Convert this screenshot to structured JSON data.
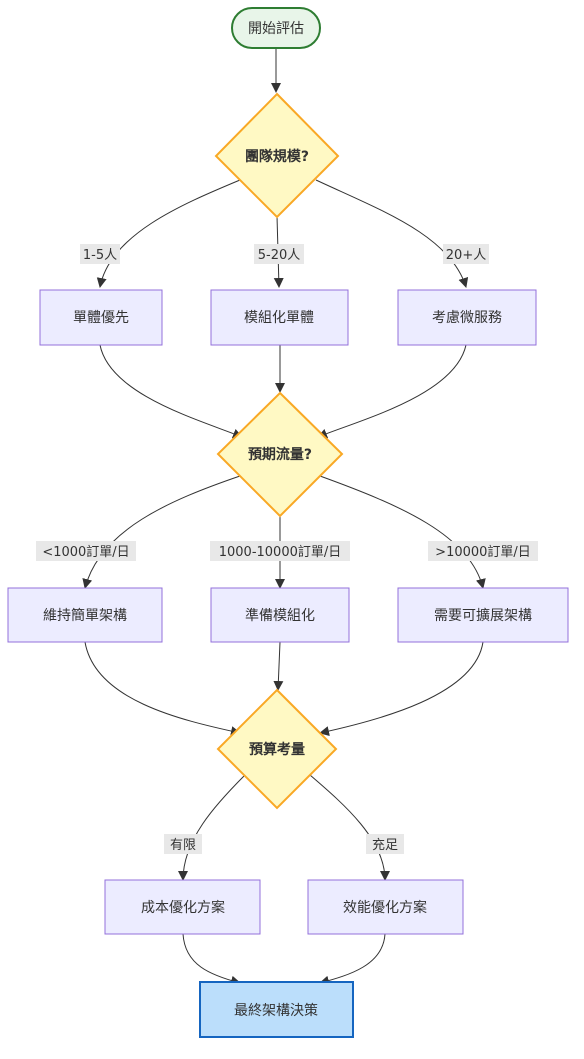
{
  "nodes": {
    "start": {
      "label": "開始評估"
    },
    "team_size": {
      "label": "團隊規模?"
    },
    "monolith_first": {
      "label": "單體優先"
    },
    "modular_monolith": {
      "label": "模組化單體"
    },
    "consider_microservices": {
      "label": "考慮微服務"
    },
    "expected_traffic": {
      "label": "預期流量?"
    },
    "keep_simple": {
      "label": "維持簡單架構"
    },
    "prepare_modular": {
      "label": "準備模組化"
    },
    "need_scalable": {
      "label": "需要可擴展架構"
    },
    "budget": {
      "label": "預算考量"
    },
    "cost_optimized": {
      "label": "成本優化方案"
    },
    "performance_optimized": {
      "label": "效能優化方案"
    },
    "final_decision": {
      "label": "最終架構決策"
    }
  },
  "edge_labels": {
    "team_small": "1-5人",
    "team_medium": "5-20人",
    "team_large": "20+人",
    "traffic_low": "<1000訂單/日",
    "traffic_mid": "1000-10000訂單/日",
    "traffic_high": ">10000訂單/日",
    "budget_limited": "有限",
    "budget_sufficient": "充足"
  },
  "colors": {
    "start_fill": "#e8f5e9",
    "start_stroke": "#2e7d32",
    "decision_fill": "#fff9c4",
    "decision_stroke": "#f9a825",
    "process_fill": "#ececff",
    "process_stroke": "#9370db",
    "final_fill": "#bbdefb",
    "final_stroke": "#1565c0"
  }
}
